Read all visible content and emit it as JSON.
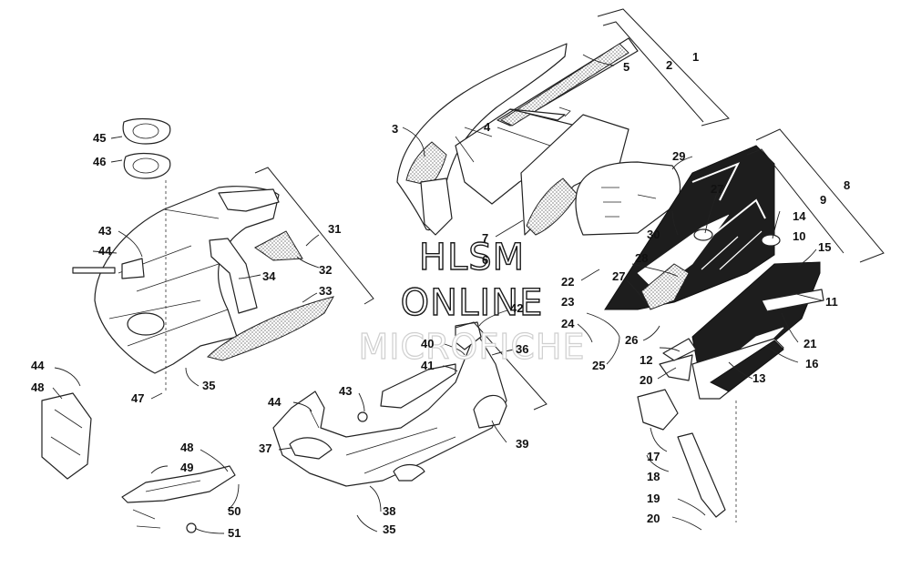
{
  "watermark": {
    "line1": "HLSM",
    "line2": "ONLINE",
    "line3": "MICROFICHE"
  },
  "labels": [
    "1",
    "2",
    "3",
    "4",
    "5",
    "7",
    "6",
    "8",
    "9",
    "10",
    "11",
    "12",
    "13",
    "14",
    "15",
    "16",
    "17",
    "18",
    "19",
    "20",
    "20",
    "21",
    "22",
    "23",
    "24",
    "25",
    "26",
    "27",
    "27",
    "28",
    "29",
    "30",
    "31",
    "32",
    "33",
    "34",
    "35",
    "35",
    "36",
    "37",
    "38",
    "39",
    "40",
    "41",
    "42",
    "43",
    "43",
    "44",
    "44",
    "44",
    "45",
    "46",
    "47",
    "48",
    "48",
    "49",
    "50",
    "51"
  ]
}
